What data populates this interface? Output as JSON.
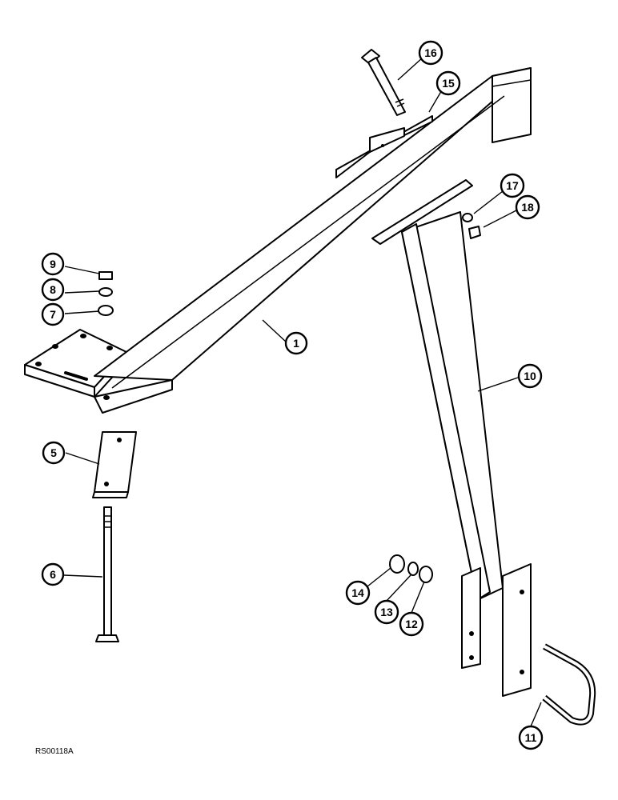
{
  "figure_code": "RS00118A",
  "callouts": [
    "1",
    "5",
    "6",
    "7",
    "8",
    "9",
    "10",
    "11",
    "12",
    "13",
    "14",
    "15",
    "16",
    "17",
    "18"
  ]
}
